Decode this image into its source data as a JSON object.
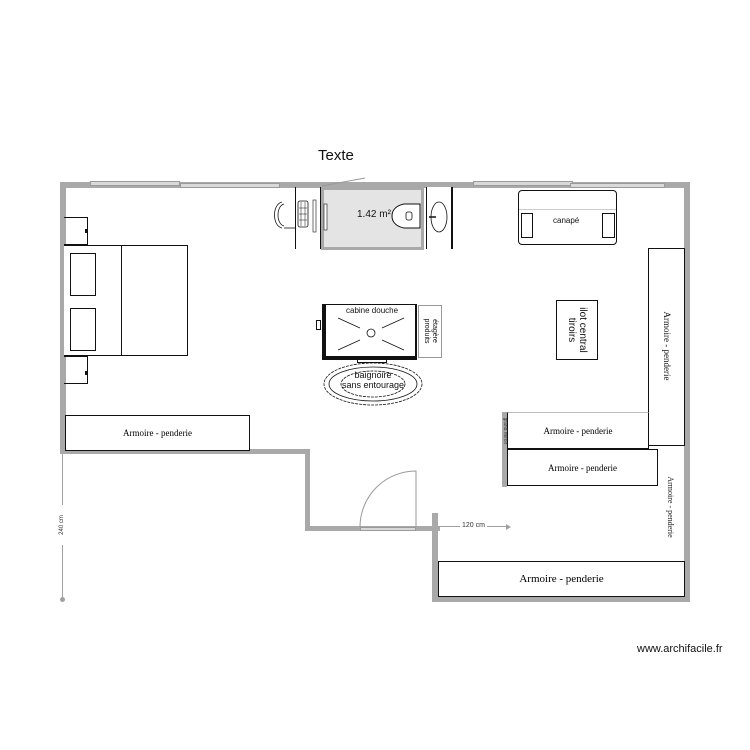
{
  "plan": {
    "title": "Texte",
    "watermark": "www.archifacile.fr",
    "colors": {
      "wall": "#a9a9a9",
      "bathroom_floor": "#e4e4e4",
      "furniture_stroke": "#111111",
      "dimension_line": "#a0a0a0"
    }
  },
  "rooms": {
    "wc": {
      "area_label": "1.42 m²"
    }
  },
  "furniture": {
    "canape": "canapé",
    "cabine_douche": "cabine douche",
    "etagere_produits_line1": "étagère",
    "etagere_produits_line2": "produits",
    "baignoire_line1": "baignoire",
    "baignoire_line2": "sans entourage",
    "ilot_line1": "ilot central",
    "ilot_line2": "tiroirs",
    "grand_miroir": "grand miroir",
    "armoire_left": "Armoire - penderie",
    "armoire_right_vertical": "Armoire - penderie",
    "armoire_middle_upper": "Armoire - penderie",
    "armoire_middle_lower": "Armoire - penderie",
    "armoire_right_lower_vertical": "Armoire - penderie",
    "armoire_bottom": "Armoire - penderie"
  },
  "dimensions": {
    "vertical_left": "240 cm",
    "horizontal_bottom": "120 cm"
  }
}
